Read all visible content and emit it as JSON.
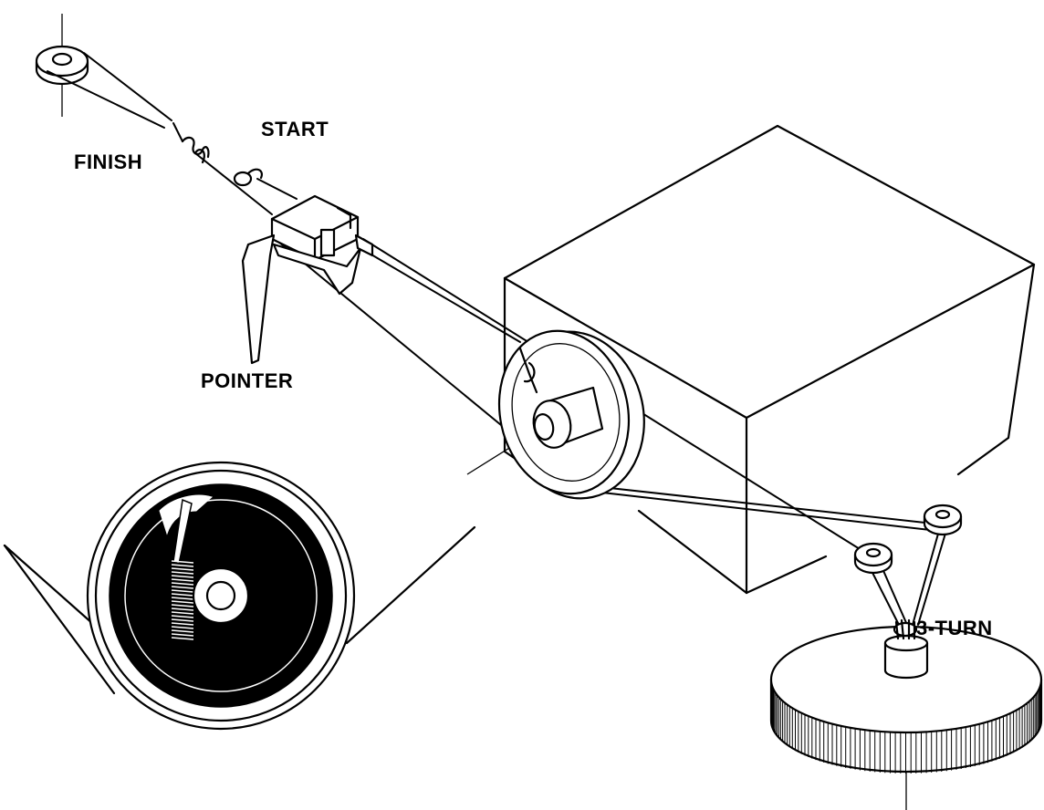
{
  "labels": {
    "start": "START",
    "finish": "FINISH",
    "pointer": "POINTER",
    "turn": "3-TURN"
  },
  "colors": {
    "ink": "#000000",
    "paper": "#ffffff"
  }
}
